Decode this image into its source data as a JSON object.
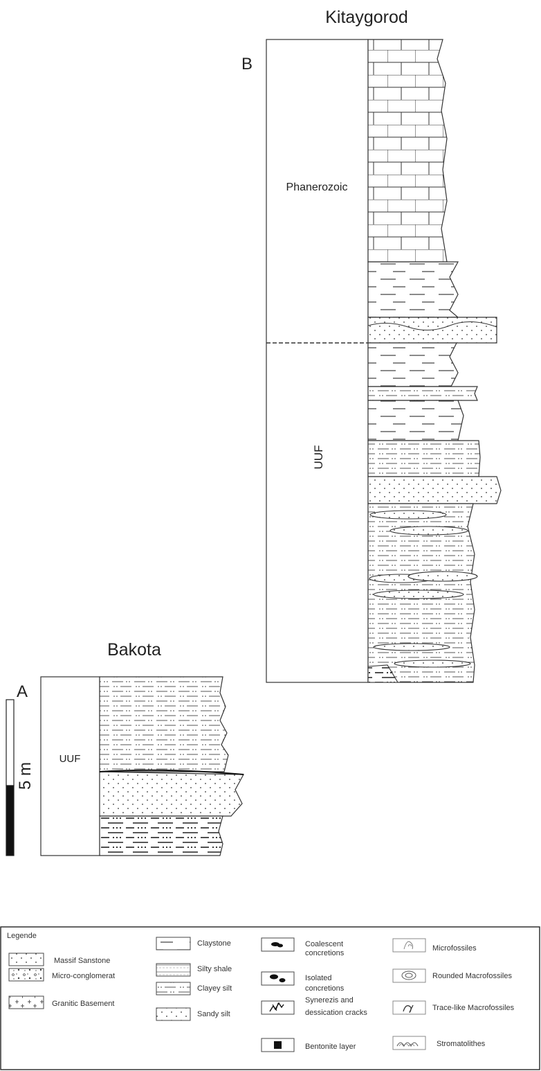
{
  "sections": {
    "kitaygorod": {
      "title": "Kitaygorod",
      "letter": "B",
      "units": [
        "Phanerozoic",
        "UUF"
      ]
    },
    "bakota": {
      "title": "Bakota",
      "letter": "A",
      "units": [
        "UUF"
      ]
    }
  },
  "scale_bar": {
    "label": "5 m"
  },
  "legend": {
    "title": "Legende",
    "items": [
      {
        "label": "Massif Sanstone",
        "icon": "massif-sandstone-swatch"
      },
      {
        "label": "Micro-conglomerat",
        "icon": "micro-conglomerate-swatch"
      },
      {
        "label": "Granitic Basement",
        "icon": "granitic-basement-swatch"
      },
      {
        "label": "Claystone",
        "icon": "claystone-swatch"
      },
      {
        "label": "Silty shale",
        "icon": "silty-shale-swatch"
      },
      {
        "label": "Clayey silt",
        "icon": "clayey-silt-swatch"
      },
      {
        "label": "Sandy silt",
        "icon": "sandy-silt-swatch"
      },
      {
        "label": "Coalescent concretions",
        "lines": [
          "Coalescent",
          "concretions"
        ],
        "icon": "coalescent-concretions-icon"
      },
      {
        "label": "Isolated concretions",
        "lines": [
          "Isolated",
          "concretions"
        ],
        "icon": "isolated-concretions-icon"
      },
      {
        "label": "Synerezis and dessication cracks",
        "lines": [
          "Synerezis and",
          "dessication cracks"
        ],
        "icon": "cracks-icon"
      },
      {
        "label": "Bentonite layer",
        "icon": "bentonite-layer-icon"
      },
      {
        "label": "Microfossiles",
        "icon": "microfossils-icon"
      },
      {
        "label": "Rounded Macrofossiles",
        "icon": "rounded-macrofossils-icon"
      },
      {
        "label": "Trace-like Macrofossiles",
        "icon": "trace-macrofossils-icon"
      },
      {
        "label": "Stromatolithes",
        "icon": "stromatolites-icon"
      }
    ]
  }
}
